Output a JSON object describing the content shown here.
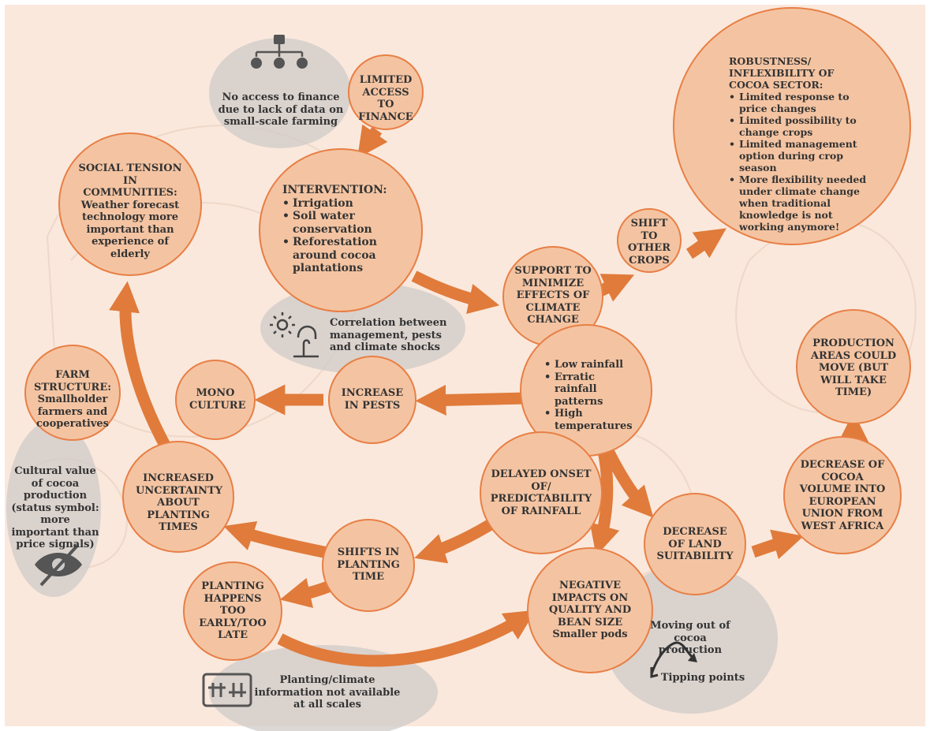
{
  "colors": {
    "background": "#fae8dc",
    "circle_fill": "#f4c4a2",
    "circle_stroke": "#e87f45",
    "arrow": "#e07b3b",
    "note_bubble": "#cfcbc8",
    "text": "#333333"
  },
  "nodes": {
    "limited_access": {
      "title": "LIMITED ACCESS TO FINANCE"
    },
    "intervention": {
      "title": "INTERVENTION:",
      "items": [
        "Irrigation",
        "Soil water conservation",
        "Reforestation around cocoa plantations"
      ]
    },
    "social_tension": {
      "title": "SOCIAL TENSION IN COMMUNITIES:",
      "body": "Weather forecast technology more important than experience of elderly"
    },
    "robustness": {
      "title": "ROBUSTNESS/ INFLEXIBILITY OF COCOA SECTOR:",
      "items": [
        "Limited response to price changes",
        "Limited possibility to change crops",
        "Limited management option during crop season",
        "More flexibility needed under climate change when traditional knowledge is not working anymore!"
      ]
    },
    "shift_crops": {
      "title": "SHIFT TO OTHER CROPS"
    },
    "support": {
      "title": "SUPPORT TO MINIMIZE EFFECTS OF CLIMATE CHANGE"
    },
    "climate": {
      "items": [
        "Low rainfall",
        "Erratic rainfall patterns",
        "High temperatures"
      ]
    },
    "farm_structure": {
      "title": "FARM STRUCTURE:",
      "body": "Smallholder farmers and cooperatives"
    },
    "mono_culture": {
      "title": "MONO CULTURE"
    },
    "increase_pests": {
      "title": "INCREASE IN PESTS"
    },
    "production_areas": {
      "title": "PRODUCTION AREAS COULD MOVE (BUT WILL TAKE TIME)"
    },
    "delayed_onset": {
      "title": "DELAYED ONSET OF/ PREDICTABILITY OF RAINFALL"
    },
    "increased_uncertainty": {
      "title": "INCREASED UNCERTAINTY ABOUT PLANTING TIMES"
    },
    "decrease_volume": {
      "title": "DECREASE OF COCOA VOLUME INTO EUROPEAN UNION FROM WEST AFRICA"
    },
    "shifts_planting": {
      "title": "SHIFTS IN PLANTING TIME"
    },
    "decrease_land": {
      "title": "DECREASE OF LAND SUITABILITY"
    },
    "planting_happens": {
      "title": "PLANTING HAPPENS TOO EARLY/TOO LATE"
    },
    "negative_impacts": {
      "title": "NEGATIVE IMPACTS ON QUALITY AND BEAN SIZE",
      "body": "Smaller pods"
    }
  },
  "notes": {
    "finance": {
      "text": "No access to finance due to lack of data on small-scale farming",
      "icon": "hierarchy-icon"
    },
    "correlation": {
      "text": "Correlation between management, pests and climate shocks",
      "icon": "sun-watering-icon"
    },
    "cultural": {
      "text": "Cultural value of cocoa production (status symbol: more important than price signals)",
      "icon": "eye-slash-icon"
    },
    "planting_info": {
      "text": "Planting/climate information not available at all scales",
      "icon": "data-dashboard-icon"
    },
    "moving_out": {
      "text": "Moving out of cocoa production",
      "icon": "tipping-curve-icon"
    },
    "tipping": {
      "text": "Tipping points"
    }
  }
}
